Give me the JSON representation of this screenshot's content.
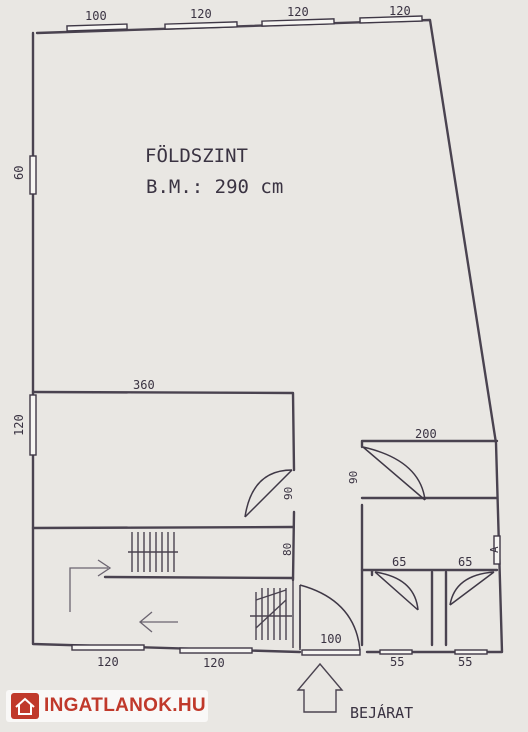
{
  "plan": {
    "title": "FÖLDSZINT",
    "height_note": "B.M.: 290 cm",
    "entrance": "BEJÁRAT",
    "top_windows": [
      "100",
      "120",
      "120",
      "120"
    ],
    "bottom_windows": [
      "120",
      "120"
    ],
    "door_bottom": "100",
    "bottom_small": [
      "55",
      "55"
    ],
    "left_windows": [
      "60",
      "120"
    ],
    "room_width_top": "360",
    "room_width_right": "200",
    "door_room": "90",
    "door_right": "90",
    "door_stair": "80",
    "door_small": [
      "65",
      "65"
    ],
    "right_window": "A"
  },
  "watermark": {
    "text": "INGATLANOK.HU",
    "color": "#c0392b"
  }
}
